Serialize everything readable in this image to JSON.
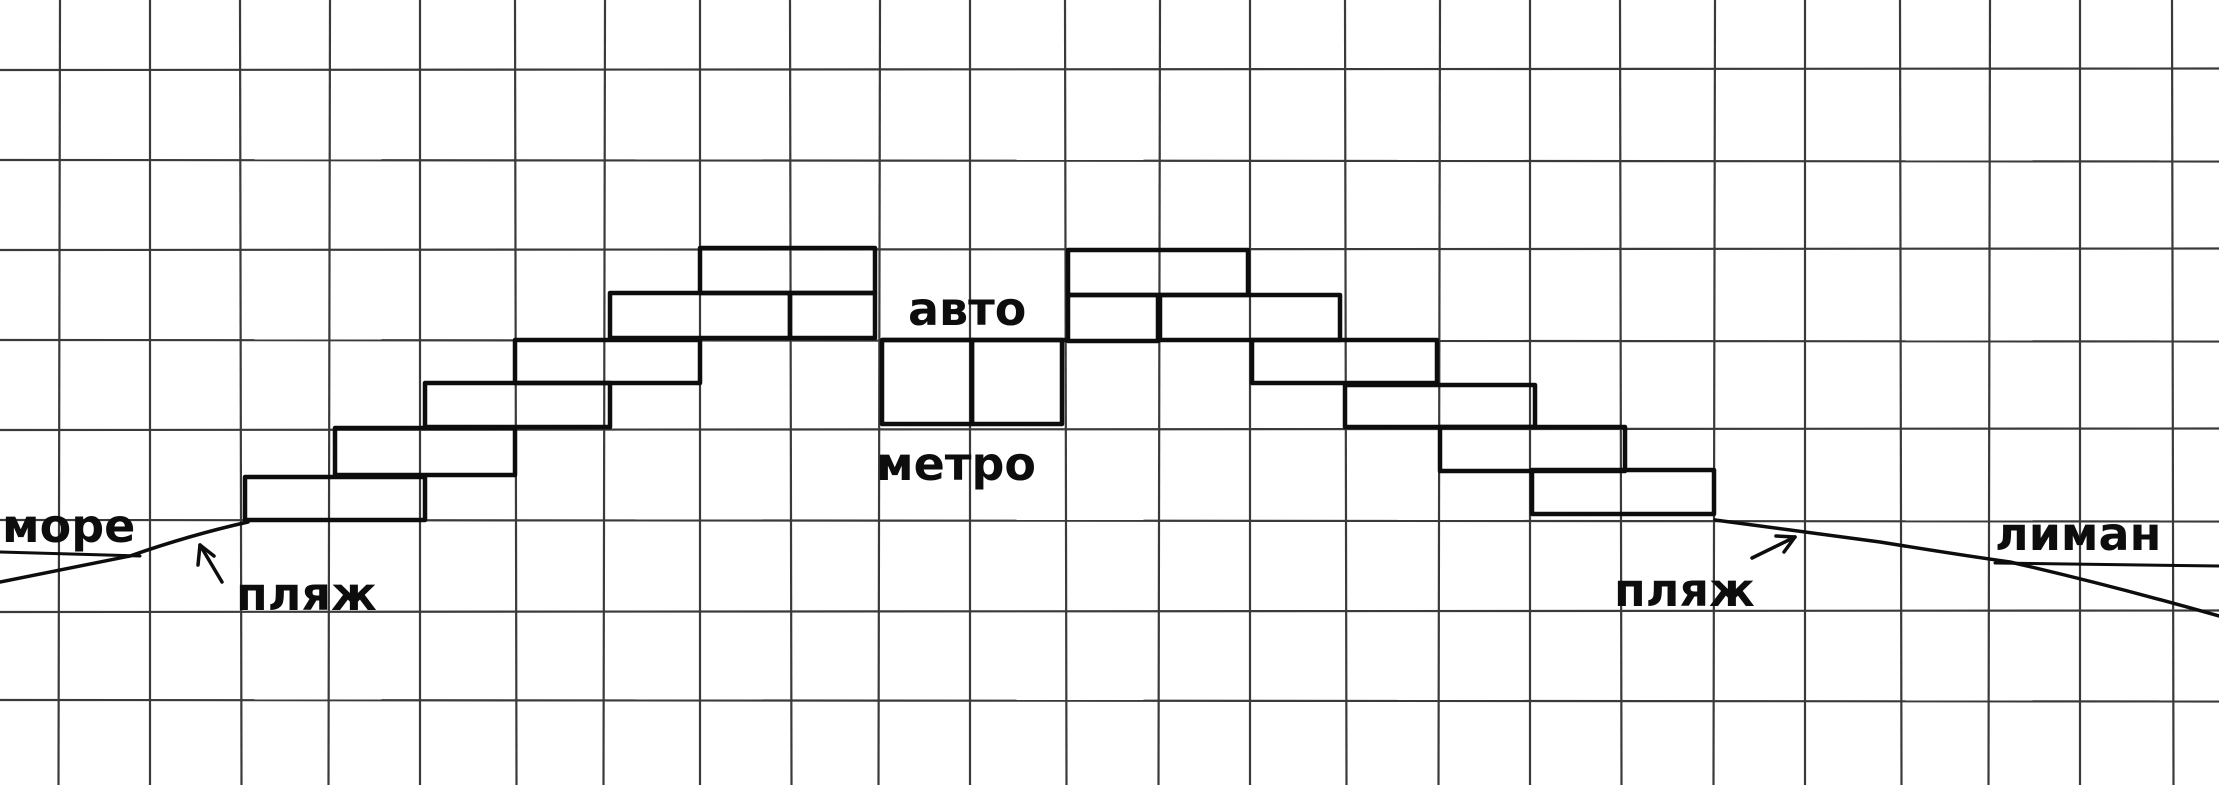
{
  "labels": {
    "sea": "море",
    "beach_left": "пляж",
    "auto": "авто",
    "metro": "метро",
    "beach_right": "пляж",
    "estuary": "лиман"
  },
  "colors": {
    "paper": "#ffffff",
    "grid": "#3a3a3a",
    "ink": "#0d0d0d"
  }
}
